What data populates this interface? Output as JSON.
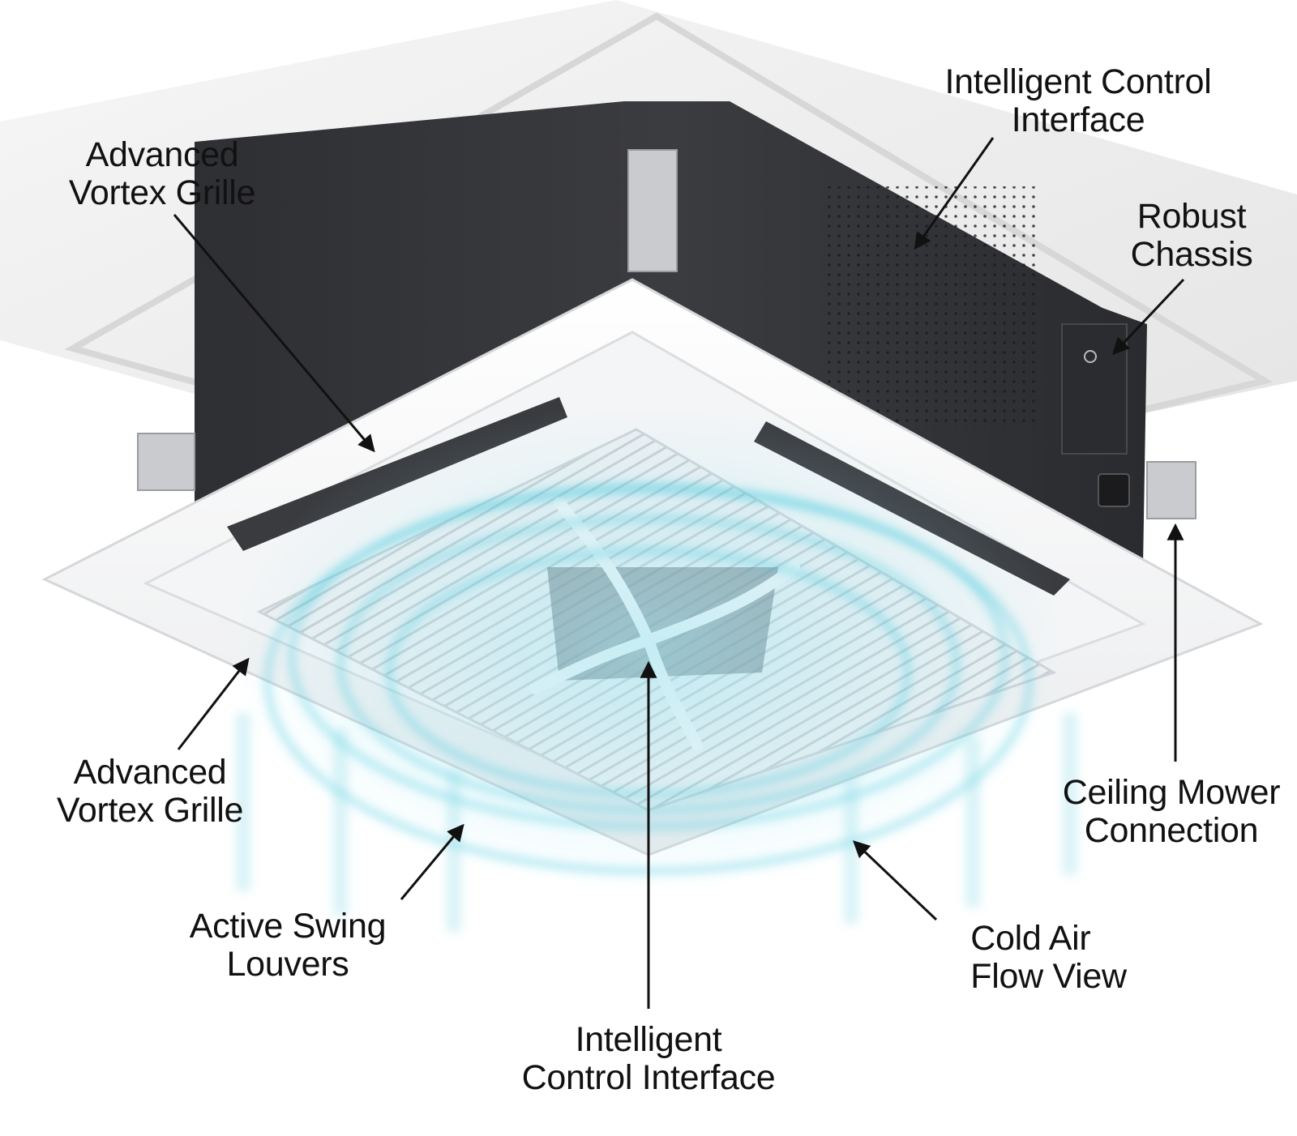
{
  "labels": {
    "vortex_grille_top": [
      "Advanced",
      "Vortex Grille"
    ],
    "control_interface_top": [
      "Intelligent Control",
      "Interface"
    ],
    "robust_chassis": [
      "Robust",
      "Chassis"
    ],
    "vortex_grille_bottom": [
      "Advanced",
      "Vortex Grille"
    ],
    "ceiling_mower_connection": [
      "Ceiling Mower",
      "Connection"
    ],
    "active_swing_louvers": [
      "Active Swing",
      "Louvers"
    ],
    "cold_air_flow_view": [
      "Cold Air",
      "Flow View"
    ],
    "control_interface_bottom": [
      "Intelligent",
      "Control Interface"
    ]
  },
  "colors": {
    "background": "#ffffff",
    "ceiling_panel": "#f1f1f1",
    "chassis": "#35363a",
    "unit_body": "#f7f7f7",
    "airflow": "#39c6dd",
    "text": "#111111"
  }
}
